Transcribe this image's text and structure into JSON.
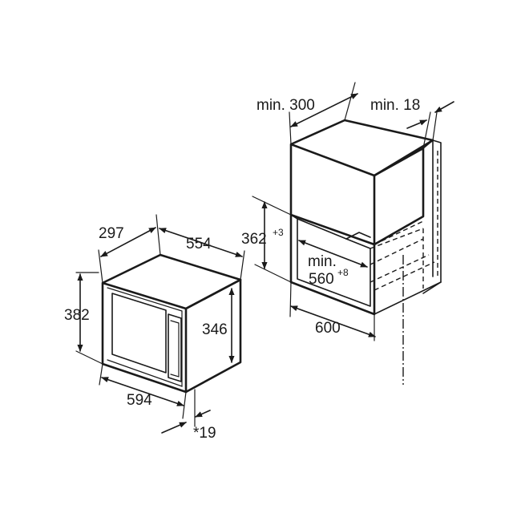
{
  "dimensions": {
    "appliance_depth": "297",
    "appliance_width": "554",
    "appliance_height": "382",
    "door_height": "346",
    "front_width": "594",
    "front_offset": "*19",
    "niche_depth": "min. 300",
    "niche_side_gap": "min. 18",
    "niche_height": "362",
    "niche_height_tolerance": "+3",
    "niche_width_label": "min.",
    "niche_width": "560",
    "niche_width_tolerance": "+8",
    "cabinet_width": "600"
  }
}
